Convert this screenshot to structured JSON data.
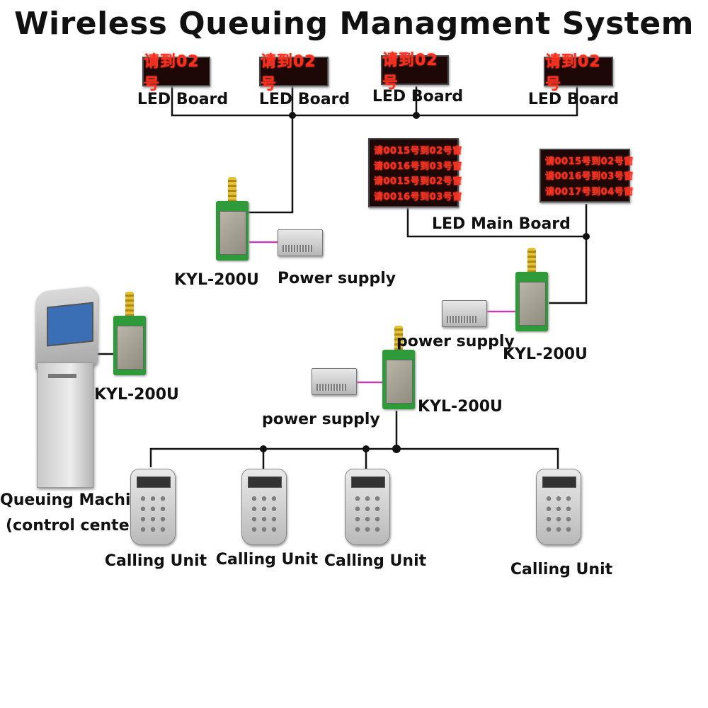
{
  "title": "Wireless Queuing Managment System",
  "led_boards": [
    {
      "display": "请到02号",
      "label": "LED Board"
    },
    {
      "display": "请到02号",
      "label": "LED Board"
    },
    {
      "display": "请到02号",
      "label": "LED Board"
    },
    {
      "display": "请到02号",
      "label": "LED Board"
    }
  ],
  "led_main_board": {
    "label": "LED Main Board",
    "left_lines": [
      "请0015号到02号窗",
      "请0016号到03号窗",
      "请0015号到02号窗",
      "请0016号到03号窗"
    ],
    "right_lines": [
      "请0015号到02号窗",
      "请0016号到03号窗",
      "请0017号到04号窗"
    ]
  },
  "modules": [
    {
      "label": "KYL-200U"
    },
    {
      "label": "KYL-200U"
    },
    {
      "label": "KYL-200U"
    },
    {
      "label": "KYL-200U"
    }
  ],
  "power_supplies": [
    {
      "label": "Power supply"
    },
    {
      "label": "power supply"
    },
    {
      "label": "power supply"
    }
  ],
  "queuing_machine": {
    "line1": "Queuing Machine",
    "line2": "(control center)"
  },
  "calling_units": [
    {
      "label": "Calling Unit"
    },
    {
      "label": "Calling Unit"
    },
    {
      "label": "Calling Unit"
    },
    {
      "label": "Calling Unit"
    }
  ],
  "colors": {
    "wire": "#111111",
    "power_cable": "#c040b0",
    "led_text": "#ff2b1f",
    "module_board": "#2e9a3a"
  }
}
